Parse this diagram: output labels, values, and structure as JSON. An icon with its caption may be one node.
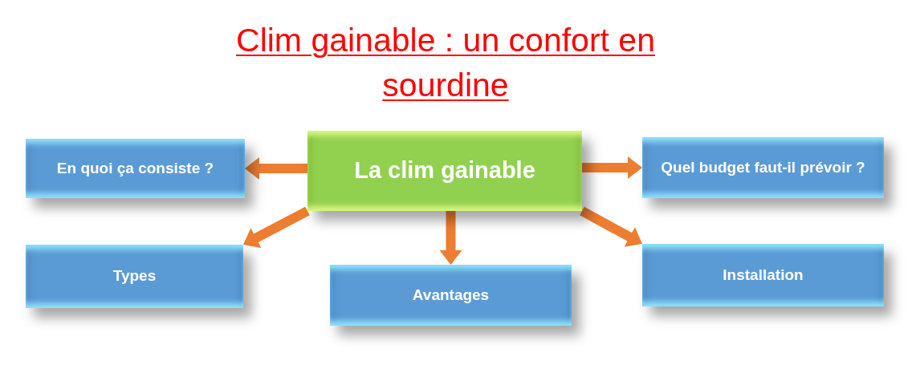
{
  "diagram": {
    "title": "Clim gainable : un confort en sourdine",
    "nodes": [
      {
        "text": [
          "La clim gainable"
        ]
      },
      {
        "text": [
          "En quoi ça consiste ?"
        ]
      },
      {
        "text": [
          "Quel budget faut-il prévoir ?"
        ]
      },
      {
        "text": [
          "Types"
        ]
      },
      {
        "text": [
          "Avantages"
        ]
      },
      {
        "text": [
          "Installation"
        ]
      }
    ],
    "edges": [
      {
        "from": 0,
        "to": 1,
        "arrow": "to"
      },
      {
        "from": 0,
        "to": 2,
        "arrow": "to"
      },
      {
        "from": 0,
        "to": 3,
        "arrow": "to"
      },
      {
        "from": 0,
        "to": 4,
        "arrow": "to"
      },
      {
        "from": 0,
        "to": 5,
        "arrow": "to"
      }
    ]
  }
}
